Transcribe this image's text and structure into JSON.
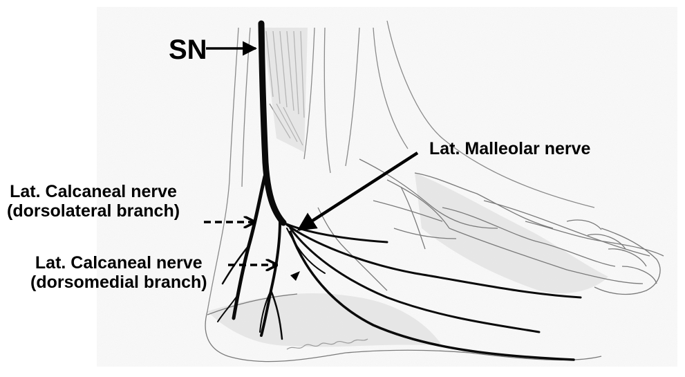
{
  "labels": {
    "sn": "SN",
    "lat_malleolar": "Lat. Malleolar nerve",
    "lat_calcaneal_dorsolateral": {
      "line1": "Lat. Calcaneal nerve",
      "line2": "(dorsolateral branch)"
    },
    "lat_calcaneal_dorsomedial": {
      "line1": "Lat. Calcaneal nerve",
      "line2": "(dorsomedial branch)"
    }
  },
  "colors": {
    "nerve": "#0a0a0a",
    "sketch_line": "#8a8a8a",
    "sketch_shade": "#d9d9d9",
    "background": "#ffffff"
  },
  "arrows": {
    "solid": [
      "sn-arrow",
      "lat-malleolar-arrow"
    ],
    "dashed": [
      "dorsolateral-dashed-arrow",
      "dorsomedial-dashed-arrow"
    ],
    "arrowhead_marker": "arrowhead-icon"
  }
}
